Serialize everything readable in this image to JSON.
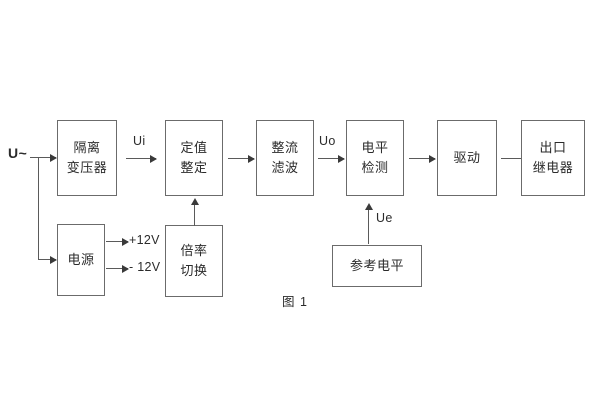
{
  "figure": {
    "caption": "图 1",
    "input_label": "U~"
  },
  "blocks": [
    {
      "id": "isolation-transformer",
      "line1": "隔离",
      "line2": "变压器"
    },
    {
      "id": "setting-value",
      "line1": "定值",
      "line2": "整定"
    },
    {
      "id": "rectify-filter",
      "line1": "整流",
      "line2": "滤波"
    },
    {
      "id": "level-detection",
      "line1": "电平",
      "line2": "检测"
    },
    {
      "id": "drive",
      "line1": "驱动",
      "line2": ""
    },
    {
      "id": "output-relay",
      "line1": "出口",
      "line2": "继电器"
    },
    {
      "id": "power-supply",
      "line1": "电源",
      "line2": ""
    },
    {
      "id": "multiplier-switch",
      "line1": "倍率",
      "line2": "切换"
    },
    {
      "id": "reference-level",
      "line1": "参考电平",
      "line2": ""
    }
  ],
  "signals": {
    "ui": "Ui",
    "uo": "Uo",
    "ue": "Ue",
    "positive_supply": "+12V",
    "negative_supply": "- 12V"
  },
  "colors": {
    "box_border": "#6b6b6b",
    "line": "#5a5a5a",
    "arrow_head": "#3a3a3a",
    "text": "#2b2b2b",
    "background": "#ffffff"
  }
}
